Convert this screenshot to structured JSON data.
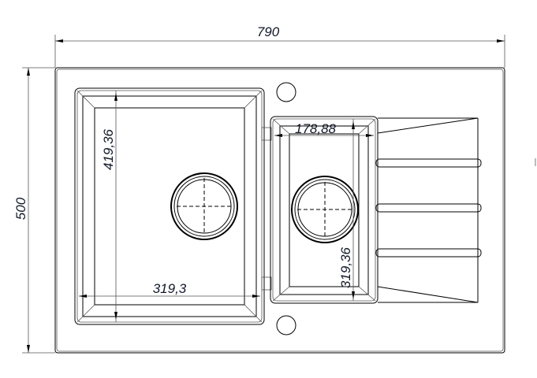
{
  "drawing": {
    "dimensions": {
      "overall_width": "790",
      "overall_depth": "500",
      "main_bowl_depth": "419,36",
      "main_bowl_width": "319,3",
      "small_bowl_width": "178,88",
      "small_bowl_depth": "319,36"
    }
  }
}
